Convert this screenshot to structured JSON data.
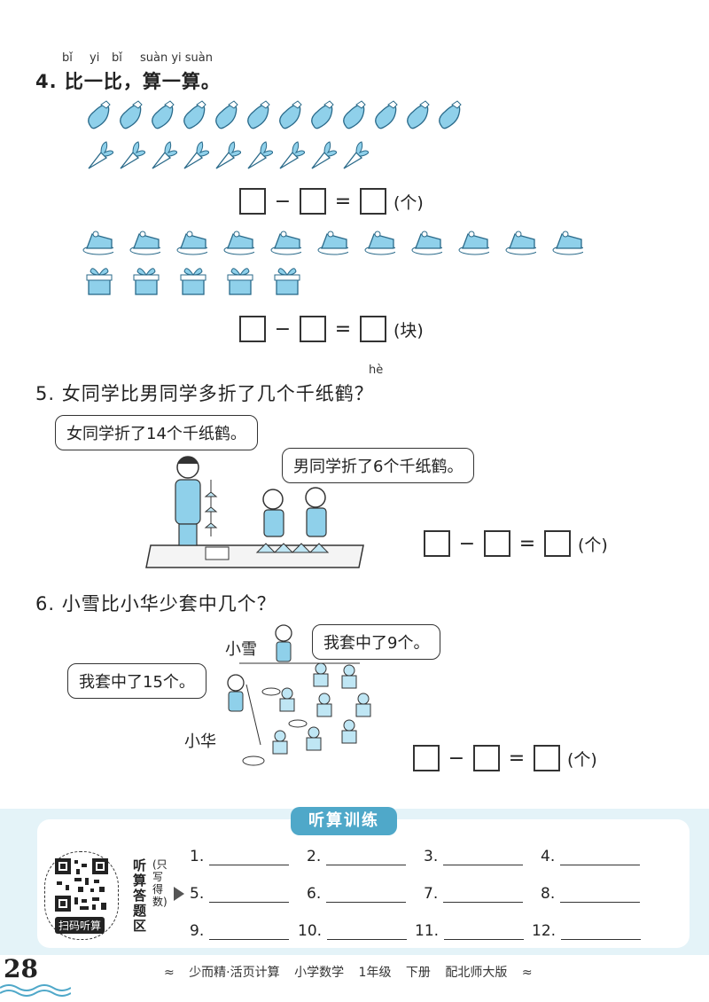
{
  "colors": {
    "accent": "#4fa8c9",
    "panel_bg": "#e4f3f8",
    "icon_fill": "#8fd0ea",
    "icon_stroke": "#2a6a8a"
  },
  "q4": {
    "pinyin": [
      "bǐ",
      "yi",
      "bǐ",
      "suàn yi suàn"
    ],
    "title": "4. 比一比，算一算。",
    "eq1_unit": "(个)",
    "eq2_unit": "(块)"
  },
  "q5": {
    "pinyin": "hè",
    "title": "5. 女同学比男同学多折了几个千纸鹤？",
    "bubble_girl": "女同学折了14个千纸鹤。",
    "bubble_boy": "男同学折了6个千纸鹤。",
    "eq_unit": "(个)"
  },
  "q6": {
    "title": "6. 小雪比小华少套中几个？",
    "label_xiaoxue": "小雪",
    "bubble_xiaoxue": "我套中了9个。",
    "bubble_xiaohua": "我套中了15个。",
    "label_xiaohua": "小华",
    "eq_unit": "(个)"
  },
  "listening": {
    "tag": "听算训练",
    "qr_label": "扫码听算",
    "side_label": "听算答题区",
    "side_note": "(只写得数)",
    "items": [
      "1.",
      "2.",
      "3.",
      "4.",
      "5.",
      "6.",
      "7.",
      "8.",
      "9.",
      "10.",
      "11.",
      "12."
    ]
  },
  "footer": {
    "page_number": "28",
    "book": "少而精·活页计算",
    "subject": "小学数学",
    "grade": "1年级",
    "volume": "下册",
    "edition": "配北师大版"
  },
  "icons": [
    "eggplant-icon",
    "carrot-icon",
    "cake-icon",
    "gift-box-icon",
    "qr-code-icon",
    "arrow-right-icon"
  ],
  "counts": {
    "eggplants": 12,
    "carrots": 9,
    "cakes": 11,
    "gift_boxes": 5
  }
}
